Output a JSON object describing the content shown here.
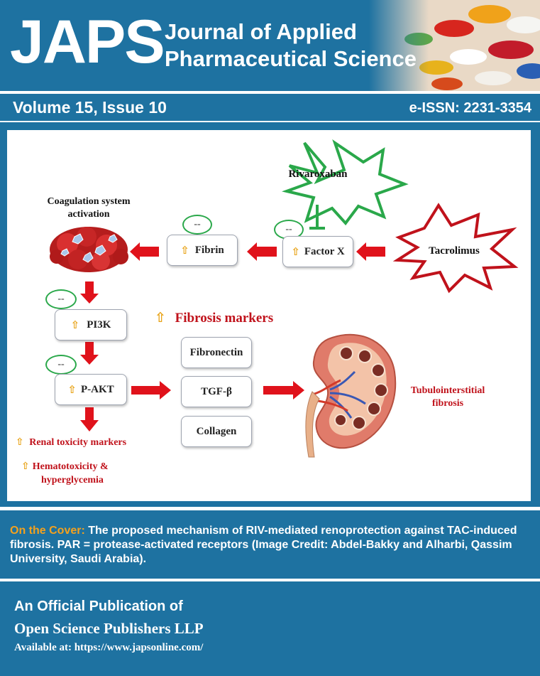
{
  "header": {
    "logo": "JAPS",
    "journal_line1": "Journal of Applied",
    "journal_line2": "Pharmaceutical Science"
  },
  "volume_bar": {
    "volume": "Volume 15, Issue 10",
    "issn": "e-ISSN: 2231-3354"
  },
  "diagram": {
    "drug_inhibitor": "Rivaroxaban",
    "drug_inducer": "Tacrolimus",
    "coag_label_line1": "Coagulation system",
    "coag_label_line2": "activation",
    "fibrin": "Fibrin",
    "factor_x": "Factor X",
    "pi3k": "PI3K",
    "pakt": "P-AKT",
    "oval_text": "--",
    "up_arrow": "⇧",
    "fibrosis_markers": "Fibrosis markers",
    "fibronectin": "Fibronectin",
    "tgfb": "TGF-β",
    "collagen": "Collagen",
    "tubulo_line1": "Tubulointerstitial",
    "tubulo_line2": "fibrosis",
    "renal_tox": "Renal toxicity markers",
    "hemato_line1": "Hematotoxicity &",
    "hemato_line2": "hyperglycemia"
  },
  "caption": {
    "lead": "On the Cover:",
    "text": " The proposed mechanism of RIV-mediated renoprotection against TAC-induced fibrosis. PAR = protease-activated receptors (Image Credit: Abdel-Bakky and Alharbi, Qassim University, Saudi Arabia)."
  },
  "footer": {
    "line1": "An Official Publication of",
    "line2": "Open Science Publishers LLP",
    "line3": "Available at: https://www.japsonline.com/"
  },
  "colors": {
    "brand_blue": "#1e72a1",
    "arrow_red": "#e0121b",
    "inhibit_green": "#2aa84a",
    "up_arrow_gold": "#e8a317"
  }
}
